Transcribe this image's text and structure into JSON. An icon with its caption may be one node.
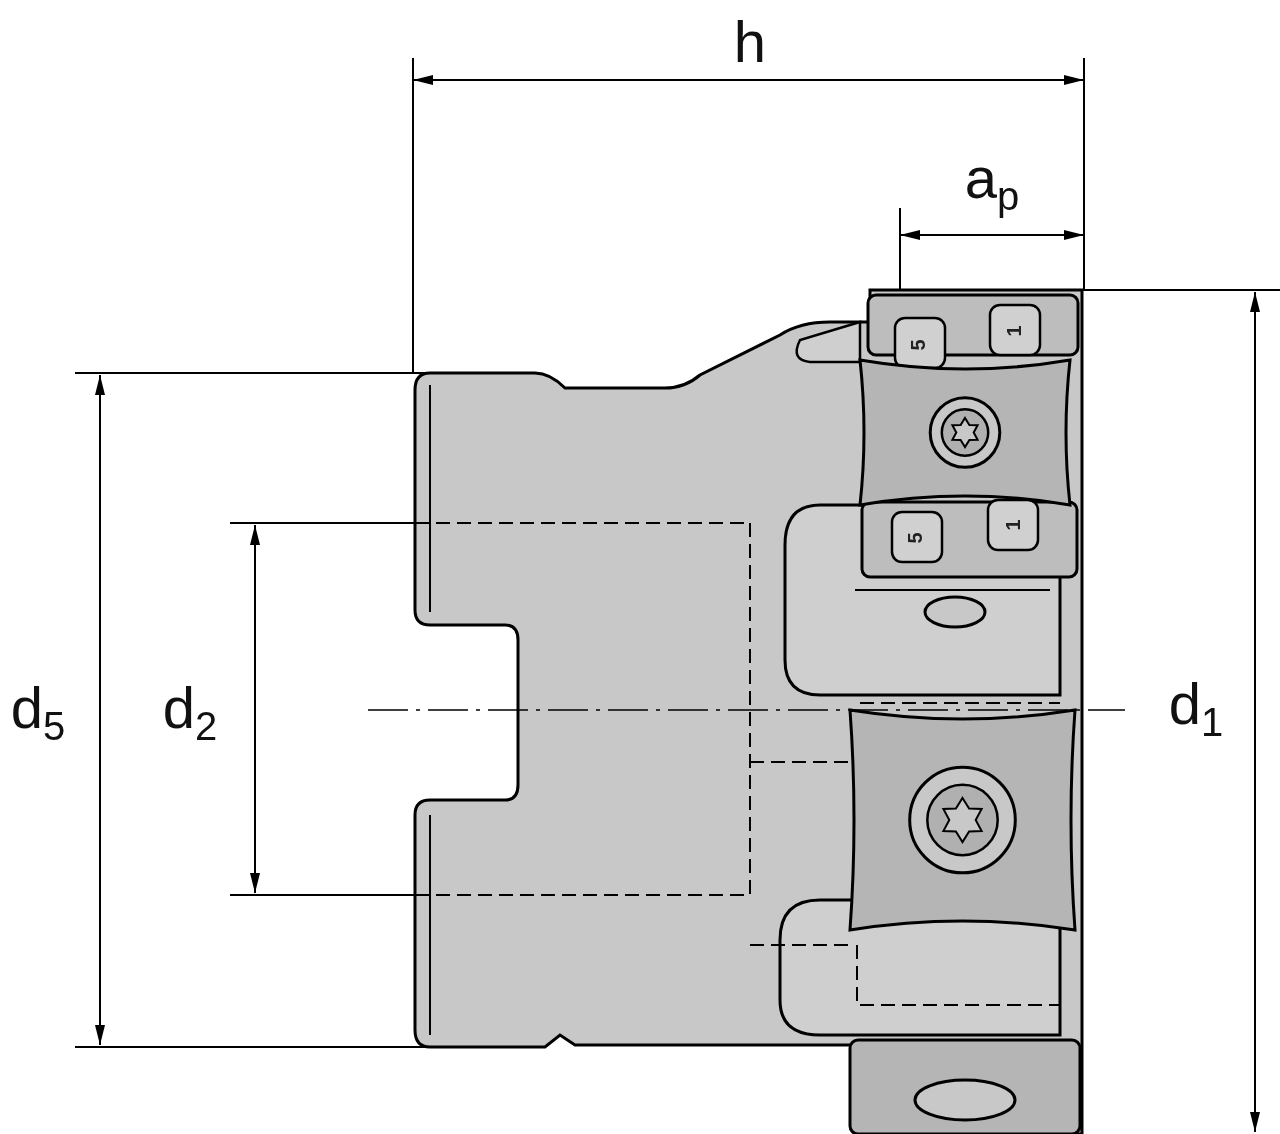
{
  "diagram": {
    "labels": [
      "h",
      "a$_{p}$",
      "5",
      "1",
      "5",
      "1",
      "d$_{5}$",
      "d$_{2}$",
      "d$_{1}$"
    ]
  }
}
